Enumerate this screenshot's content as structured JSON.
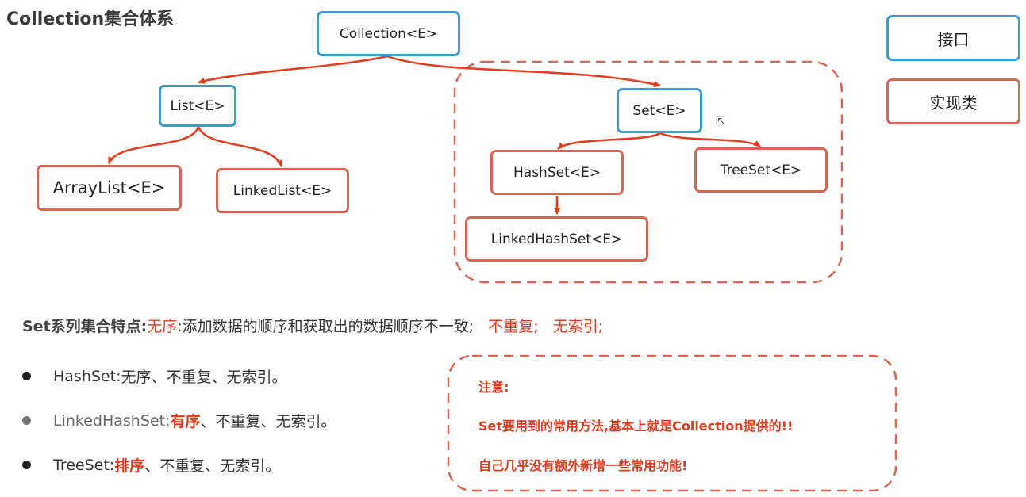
{
  "title": "Collection集合体系",
  "nodes": {
    "collection": "Collection<E>",
    "list": "List<E>",
    "set": "Set<E>",
    "arraylist": "ArrayList<E>",
    "linkedlist": "LinkedList<E>",
    "hashset": "HashSet<E>",
    "treeset": "TreeSet<E>",
    "linkedhashset": "LinkedHashSet<E>"
  },
  "legend": {
    "interface": "接口",
    "implementation": "实现类"
  },
  "colors": {
    "interface_border": "#3b9bd3",
    "impl_border": "#d86655",
    "arrow": "#e8391c",
    "highlight": "#e03a1e"
  },
  "features": {
    "label": "Set系列集合特点:",
    "unordered": "无序",
    "unordered_desc": ":添加数据的顺序和获取出的数据顺序不一致;",
    "no_dup": "不重复;",
    "no_index": "无索引;"
  },
  "bullets": [
    {
      "name": "HashSet",
      "sep": " : ",
      "highlight": "",
      "rest": "无序、不重复、无索引。"
    },
    {
      "name": "LinkedHashSet",
      "sep": ":",
      "highlight": "有序",
      "rest": "、不重复、无索引。"
    },
    {
      "name": "TreeSet",
      "sep": ":",
      "highlight": "排序",
      "rest": "、不重复、无索引。"
    }
  ],
  "note": {
    "heading": "注意:",
    "line1": "Set要用到的常用方法,基本上就是Collection提供的!!",
    "line2": "自己几乎没有额外新增一些常用功能!"
  }
}
